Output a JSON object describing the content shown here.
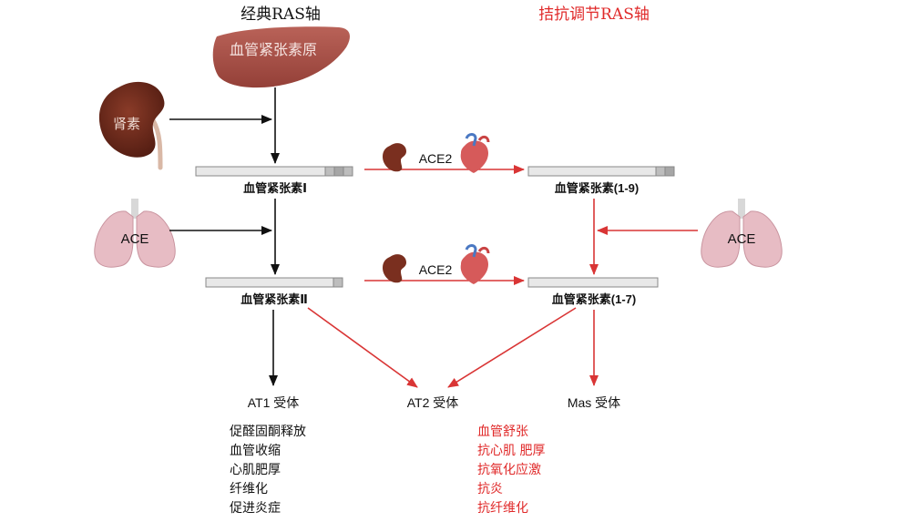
{
  "headers": {
    "classic": "经典RAS轴",
    "counter": "拮抗调节RAS轴"
  },
  "organs": {
    "liver_label": "血管紧张素原",
    "kidney_label": "肾素",
    "lung_left_label": "ACE",
    "lung_right_label": "ACE"
  },
  "nodes": {
    "ang1": "血管紧张素Ⅰ",
    "ang2": "血管紧张素Ⅱ",
    "ang19": "血管紧张素(1-9)",
    "ang17": "血管紧张素(1-7)"
  },
  "enzymes": {
    "ace2_top": "ACE2",
    "ace2_bottom": "ACE2"
  },
  "receptors": {
    "at1": "AT1 受体",
    "at2": "AT2 受体",
    "mas": "Mas 受体"
  },
  "effects": {
    "at1": [
      "促醛固酮释放",
      "血管收缩",
      "心肌肥厚",
      "纤维化",
      "促进炎症"
    ],
    "protective": [
      "血管舒张",
      "抗心肌 肥厚",
      "抗氧化应激",
      "抗炎",
      "抗纤维化"
    ]
  },
  "colors": {
    "classic_text": "#111111",
    "counter_text": "#e02a2a",
    "red_arrow": "#d93535",
    "black_arrow": "#111111",
    "liver": "#a9524a",
    "kidney": "#6e2a1c",
    "lung": "#e7bcc4"
  }
}
